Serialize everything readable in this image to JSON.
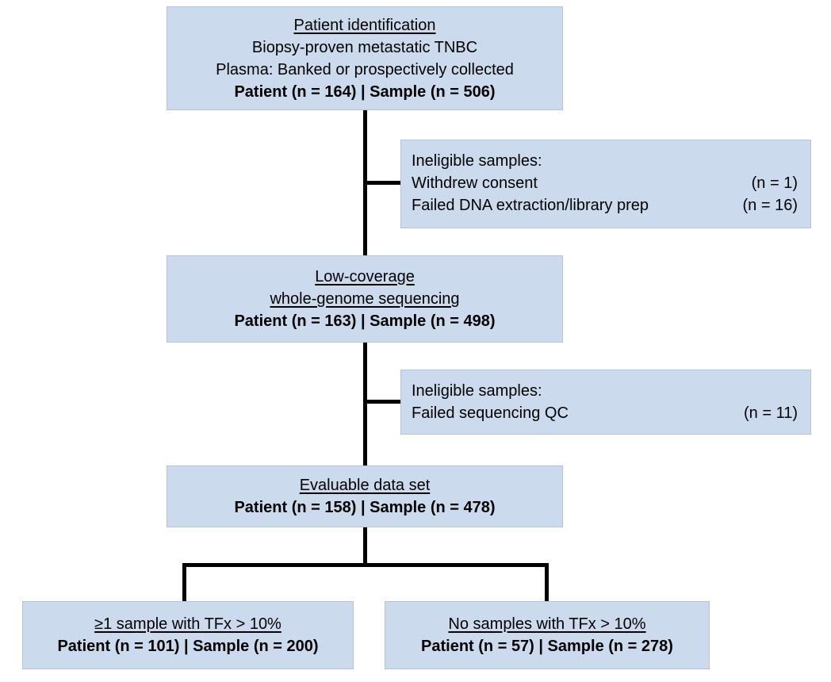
{
  "colors": {
    "box_fill": "#ccdaee",
    "box_border": "#b3c4dc",
    "line": "#000000",
    "text": "#000000",
    "background": "#ffffff"
  },
  "boxes": {
    "patient_identification": {
      "title": "Patient identification",
      "line1": "Biopsy-proven metastatic TNBC",
      "line2": "Plasma: Banked or prospectively collected",
      "stats": "Patient (n = 164) | Sample (n = 506)"
    },
    "ineligible_1": {
      "title": "Ineligible samples:",
      "items": [
        {
          "label": "Withdrew consent",
          "value": "(n = 1)"
        },
        {
          "label": "Failed DNA extraction/library prep",
          "value": "(n = 16)"
        }
      ]
    },
    "lcwgs": {
      "title_line1": "Low-coverage",
      "title_line2": "whole-genome sequencing",
      "stats": "Patient (n = 163) | Sample (n = 498)"
    },
    "ineligible_2": {
      "title": "Ineligible samples:",
      "items": [
        {
          "label": "Failed sequencing QC",
          "value": "(n = 11)"
        }
      ]
    },
    "evaluable": {
      "title": "Evaluable data set",
      "stats": "Patient (n = 158) | Sample (n = 478)"
    },
    "tfx_high": {
      "title": "≥1 sample with TFx > 10%",
      "stats": "Patient (n = 101) | Sample (n = 200)"
    },
    "tfx_none": {
      "title": "No samples with TFx > 10%",
      "stats": "Patient (n = 57) | Sample (n = 278)"
    }
  }
}
